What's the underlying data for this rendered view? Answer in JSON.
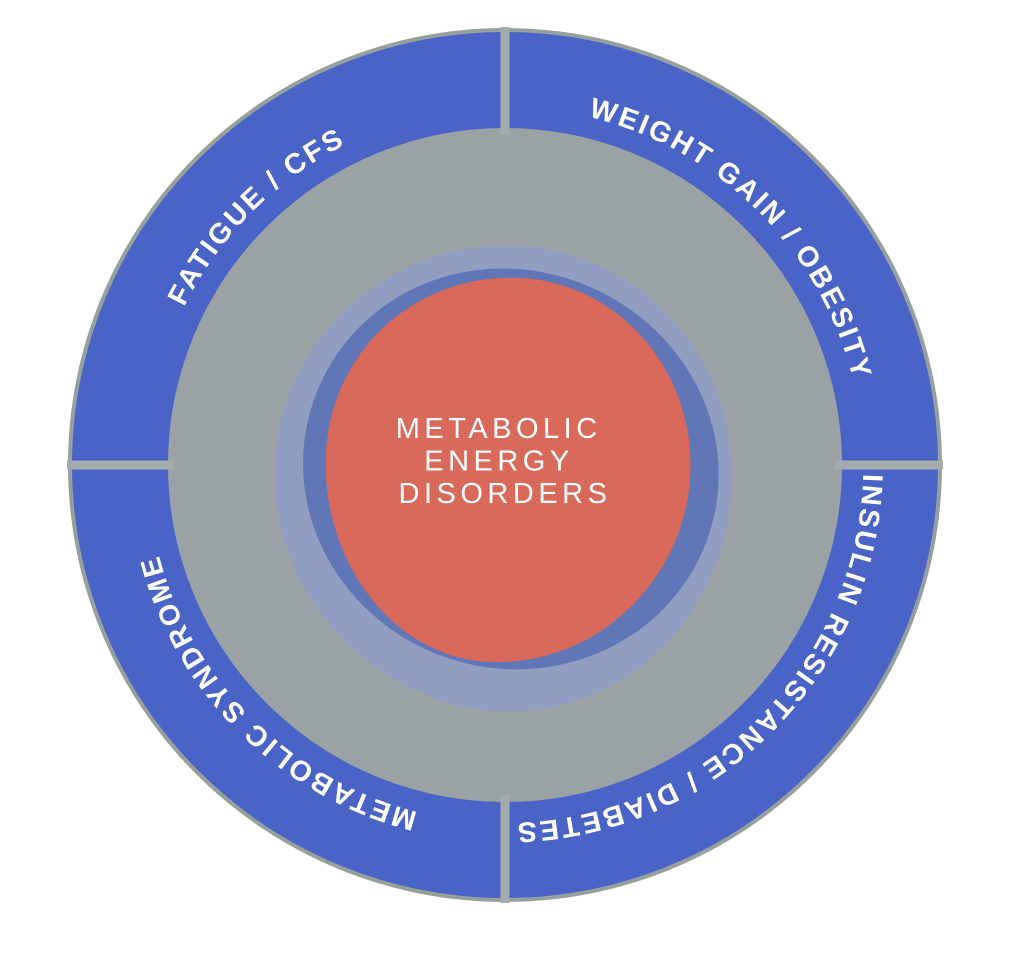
{
  "diagram": {
    "title": "Metabolic energy disorders wheel",
    "center": {
      "line1": "METABOLIC",
      "line2": "ENERGY",
      "line3": "DISORDERS"
    },
    "ring_labels": {
      "top_left": "FATIGUE / CFS",
      "top_right": "WEIGHT GAIN / OBESITY",
      "bottom_right": "INSULIN RESISTANCE / DIABETES",
      "bottom_left": "METABOLIC SYNDROME"
    },
    "colors": {
      "background_blob": "#FFFFFF",
      "rim_gray": "#96A09B",
      "ring_gray": "#9BA2A5",
      "divider_gray": "#A4ABAD",
      "ring_blue": "#4A63C6",
      "outer_blob_blue": "#919DC1",
      "inner_blob_blue": "#6076B6",
      "center_blob_red": "#D9695A",
      "label_text": "#FFFFFF"
    }
  }
}
